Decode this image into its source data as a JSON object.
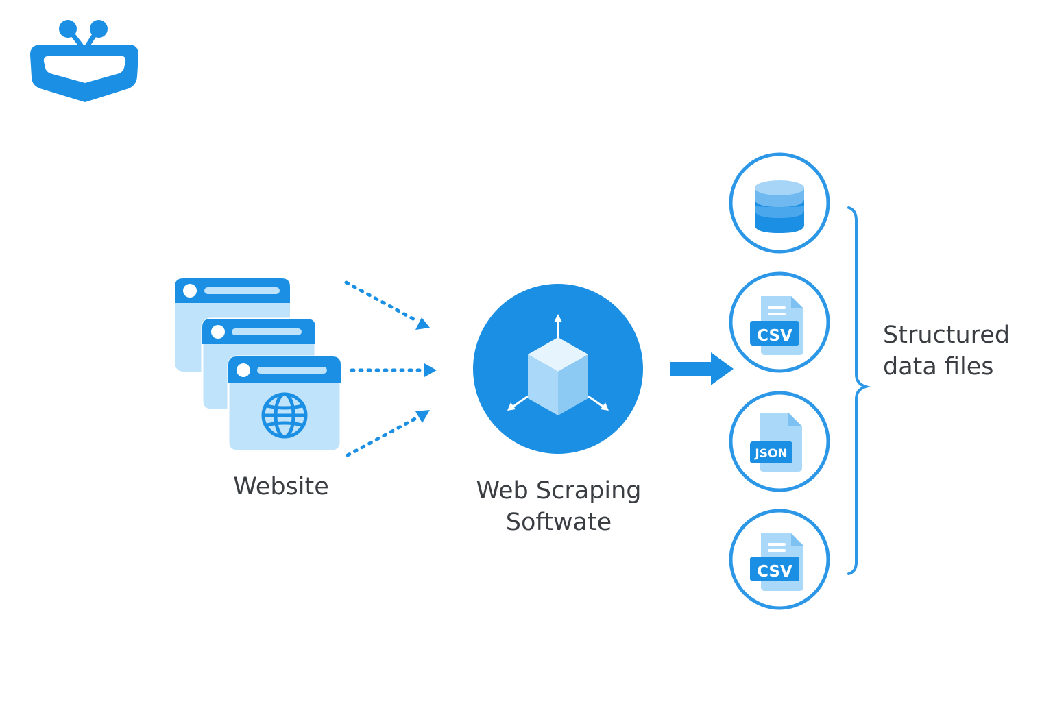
{
  "colors": {
    "primary": "#1a8fe3",
    "light_fill": "#bfe3fb",
    "mid_fill": "#8fcaf5",
    "text": "#3a3d42",
    "ring": "#2b97e6"
  },
  "logo": {
    "icon": "bucket-robot-logo-icon"
  },
  "website": {
    "label": "Website",
    "icon": "globe-icon"
  },
  "software": {
    "label_line1": "Web Scraping",
    "label_line2": "Softwate",
    "icon": "cube-icon"
  },
  "outputs": {
    "label_line1": "Structured",
    "label_line2": "data files",
    "items": [
      {
        "icon": "database-icon",
        "badge": ""
      },
      {
        "icon": "file-icon",
        "badge": "CSV"
      },
      {
        "icon": "file-icon",
        "badge": "JSON"
      },
      {
        "icon": "file-icon",
        "badge": "CSV"
      }
    ]
  }
}
